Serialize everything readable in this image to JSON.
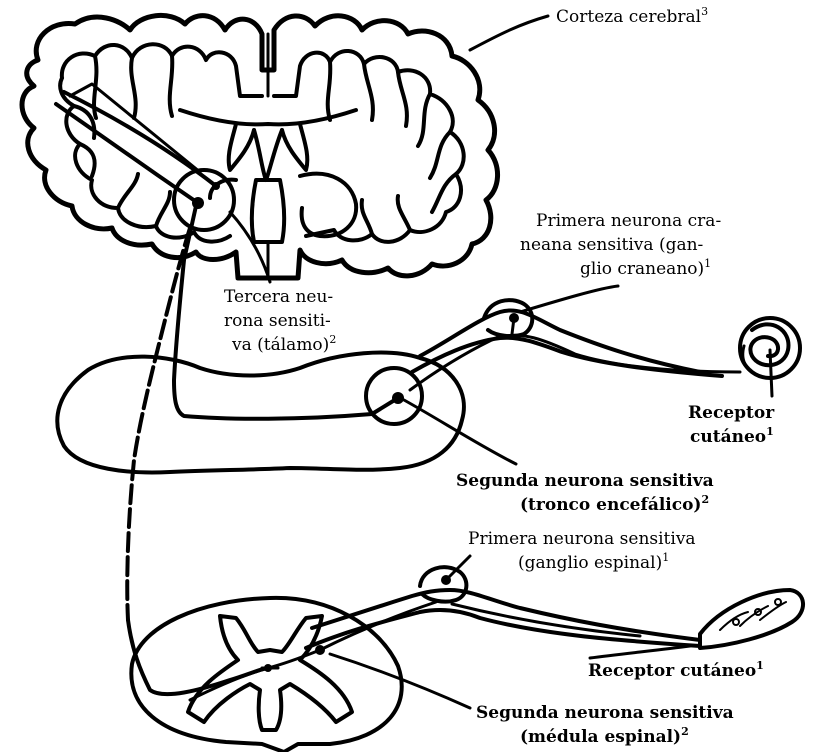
{
  "labels": {
    "cortex": {
      "text": "Corteza cerebral",
      "sup": "3"
    },
    "first_cranial": {
      "lines": [
        "Primera neurona cra-",
        "neana sensitiva (gan-",
        "glio craneano)"
      ],
      "sup": "1"
    },
    "third_neuron": {
      "lines": [
        "Tercera neu-",
        "rona sensiti-",
        "va (tálamo)"
      ],
      "sup": "2"
    },
    "receptor_upper": {
      "lines": [
        "Receptor",
        "cutáneo"
      ],
      "sup": "1"
    },
    "second_brainstem": {
      "lines": [
        "Segunda neurona sensitiva",
        "(tronco encefálico)"
      ],
      "sup": "2"
    },
    "first_spinal": {
      "lines": [
        "Primera neurona sensitiva",
        "(ganglio espinal)"
      ],
      "sup": "1"
    },
    "receptor_lower": {
      "text": "Receptor cutáneo",
      "sup": "1"
    },
    "second_spinal": {
      "lines": [
        "Segunda neurona sensitiva",
        "(médula espinal)"
      ],
      "sup": "2"
    }
  }
}
